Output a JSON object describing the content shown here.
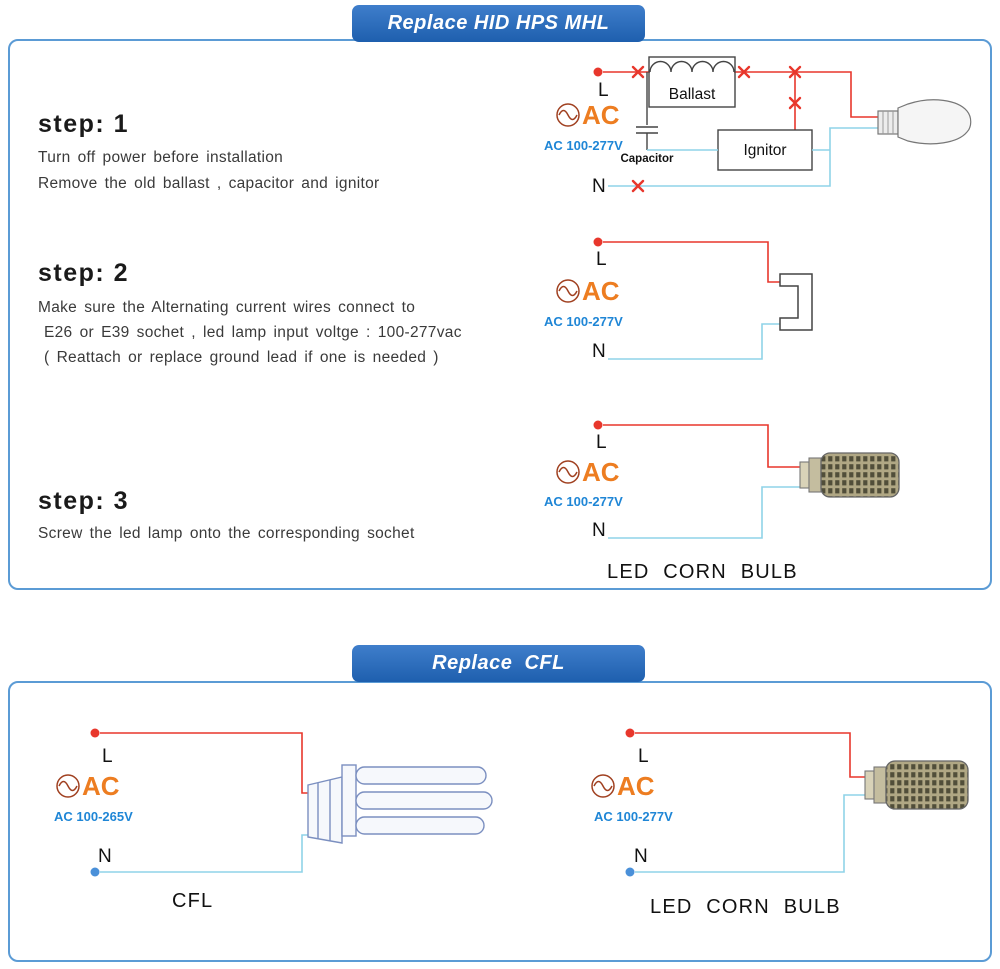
{
  "hid_section": {
    "banner": "Replace HID HPS MHL",
    "steps": {
      "s1": {
        "title": "step: 1",
        "line1": "Turn off power before installation",
        "line2": "Remove the old ballast , capacitor and ignitor"
      },
      "s2": {
        "title": "step: 2",
        "line1": "Make sure the Alternating current wires connect to",
        "line2": "E26 or E39 sochet , led lamp input voltge : 100-277vac",
        "line3": "( Reattach or replace ground lead if one is needed )"
      },
      "s3": {
        "title": "step: 3",
        "line1": "Screw the led lamp onto the corresponding sochet"
      }
    },
    "diagram1": {
      "l_label": "L",
      "n_label": "N",
      "ac_label": "AC",
      "voltage": "AC 100-277V",
      "ballast": "Ballast",
      "capacitor": "Capacitor",
      "ignitor": "Ignitor"
    },
    "diagram2": {
      "l_label": "L",
      "n_label": "N",
      "ac_label": "AC",
      "voltage": "AC 100-277V"
    },
    "diagram3": {
      "l_label": "L",
      "n_label": "N",
      "ac_label": "AC",
      "voltage": "AC 100-277V"
    },
    "caption": "LED CORN BULB"
  },
  "cfl_section": {
    "banner": "Replace  CFL",
    "left": {
      "l_label": "L",
      "n_label": "N",
      "ac_label": "AC",
      "voltage": "AC 100-265V",
      "caption": "CFL"
    },
    "right": {
      "l_label": "L",
      "n_label": "N",
      "ac_label": "AC",
      "voltage": "AC 100-277V",
      "caption": "LED CORN BULB"
    }
  },
  "colors": {
    "banner_blue": "#2166b3",
    "panel_border_blue": "#5b9bd5",
    "live_wire_red": "#e8372c",
    "neutral_wire_cyan": "#8fd3e8",
    "ac_orange": "#ed7d21",
    "voltage_blue": "#1f86d6",
    "x_mark_red": "#e8372c"
  }
}
